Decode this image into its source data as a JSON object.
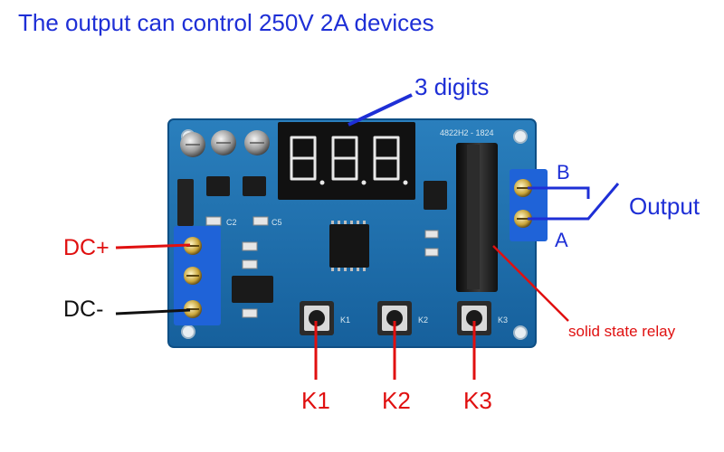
{
  "headline": "The output can control 250V 2A devices",
  "callouts": {
    "digits": "3 digits",
    "dc_plus": "DC+",
    "dc_minus": "DC-",
    "terminal_b": "B",
    "terminal_a": "A",
    "output": "Output",
    "relay": "solid state relay",
    "k1": "K1",
    "k2": "K2",
    "k3": "K3"
  },
  "board": {
    "silk_k1": "K1",
    "silk_k2": "K2",
    "silk_k3": "K3",
    "silk_c2": "C2",
    "silk_c5": "C5",
    "silk_code": "4822H2 - 1824"
  },
  "colors": {
    "pcb": "#1d6fae",
    "terminal": "#1f63d8",
    "callout_blue": "#1e2fd6",
    "callout_red": "#e01010",
    "display": "#111111"
  }
}
